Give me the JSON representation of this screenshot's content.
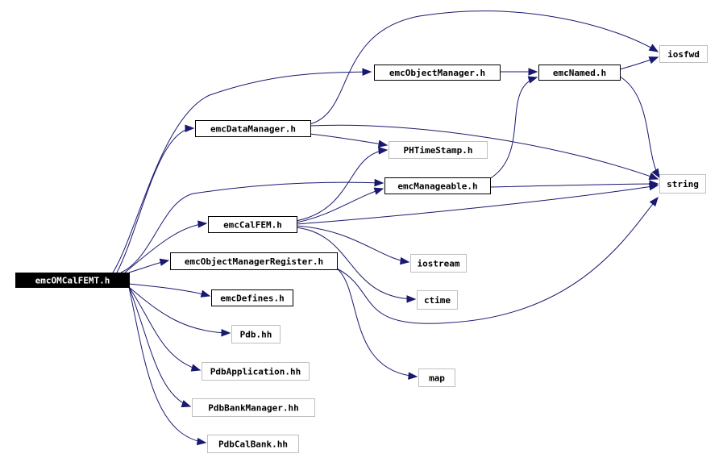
{
  "title": "",
  "colors": {
    "edge": "#191970",
    "node_border_solid": "#000000",
    "node_border_external": "#bfbfbf",
    "root_fill": "#000000",
    "root_text": "#ffffff",
    "node_fill": "#ffffff",
    "node_text": "#000000"
  },
  "nodes": [
    {
      "id": "root",
      "label": "emcOMCalFEMT.h",
      "style": "root"
    },
    {
      "id": "iosfwd",
      "label": "iosfwd",
      "style": "external"
    },
    {
      "id": "objmgr",
      "label": "emcObjectManager.h",
      "style": "header"
    },
    {
      "id": "named",
      "label": "emcNamed.h",
      "style": "header"
    },
    {
      "id": "datamgr",
      "label": "emcDataManager.h",
      "style": "header"
    },
    {
      "id": "phts",
      "label": "PHTimeStamp.h",
      "style": "external"
    },
    {
      "id": "string",
      "label": "string",
      "style": "external"
    },
    {
      "id": "manageable",
      "label": "emcManageable.h",
      "style": "header"
    },
    {
      "id": "calfem",
      "label": "emcCalFEM.h",
      "style": "header"
    },
    {
      "id": "iostream",
      "label": "iostream",
      "style": "external"
    },
    {
      "id": "omreg",
      "label": "emcObjectManagerRegister.h",
      "style": "header"
    },
    {
      "id": "ctime",
      "label": "ctime",
      "style": "external"
    },
    {
      "id": "defines",
      "label": "emcDefines.h",
      "style": "header"
    },
    {
      "id": "pdb",
      "label": "Pdb.hh",
      "style": "external"
    },
    {
      "id": "pdbapp",
      "label": "PdbApplication.hh",
      "style": "external"
    },
    {
      "id": "map",
      "label": "map",
      "style": "external"
    },
    {
      "id": "pdbbank",
      "label": "PdbBankManager.hh",
      "style": "external"
    },
    {
      "id": "pdbcal",
      "label": "PdbCalBank.hh",
      "style": "external"
    }
  ],
  "edges": [
    {
      "from": "root",
      "to": "objmgr"
    },
    {
      "from": "root",
      "to": "datamgr"
    },
    {
      "from": "root",
      "to": "manageable"
    },
    {
      "from": "root",
      "to": "calfem"
    },
    {
      "from": "root",
      "to": "omreg"
    },
    {
      "from": "root",
      "to": "defines"
    },
    {
      "from": "root",
      "to": "pdb"
    },
    {
      "from": "root",
      "to": "pdbapp"
    },
    {
      "from": "root",
      "to": "pdbbank"
    },
    {
      "from": "root",
      "to": "pdbcal"
    },
    {
      "from": "objmgr",
      "to": "named"
    },
    {
      "from": "named",
      "to": "iosfwd"
    },
    {
      "from": "named",
      "to": "string"
    },
    {
      "from": "datamgr",
      "to": "iosfwd"
    },
    {
      "from": "datamgr",
      "to": "phts"
    },
    {
      "from": "datamgr",
      "to": "string"
    },
    {
      "from": "manageable",
      "to": "named"
    },
    {
      "from": "manageable",
      "to": "string"
    },
    {
      "from": "calfem",
      "to": "phts"
    },
    {
      "from": "calfem",
      "to": "manageable"
    },
    {
      "from": "calfem",
      "to": "string"
    },
    {
      "from": "calfem",
      "to": "iostream"
    },
    {
      "from": "calfem",
      "to": "ctime"
    },
    {
      "from": "omreg",
      "to": "string"
    },
    {
      "from": "omreg",
      "to": "map"
    }
  ]
}
